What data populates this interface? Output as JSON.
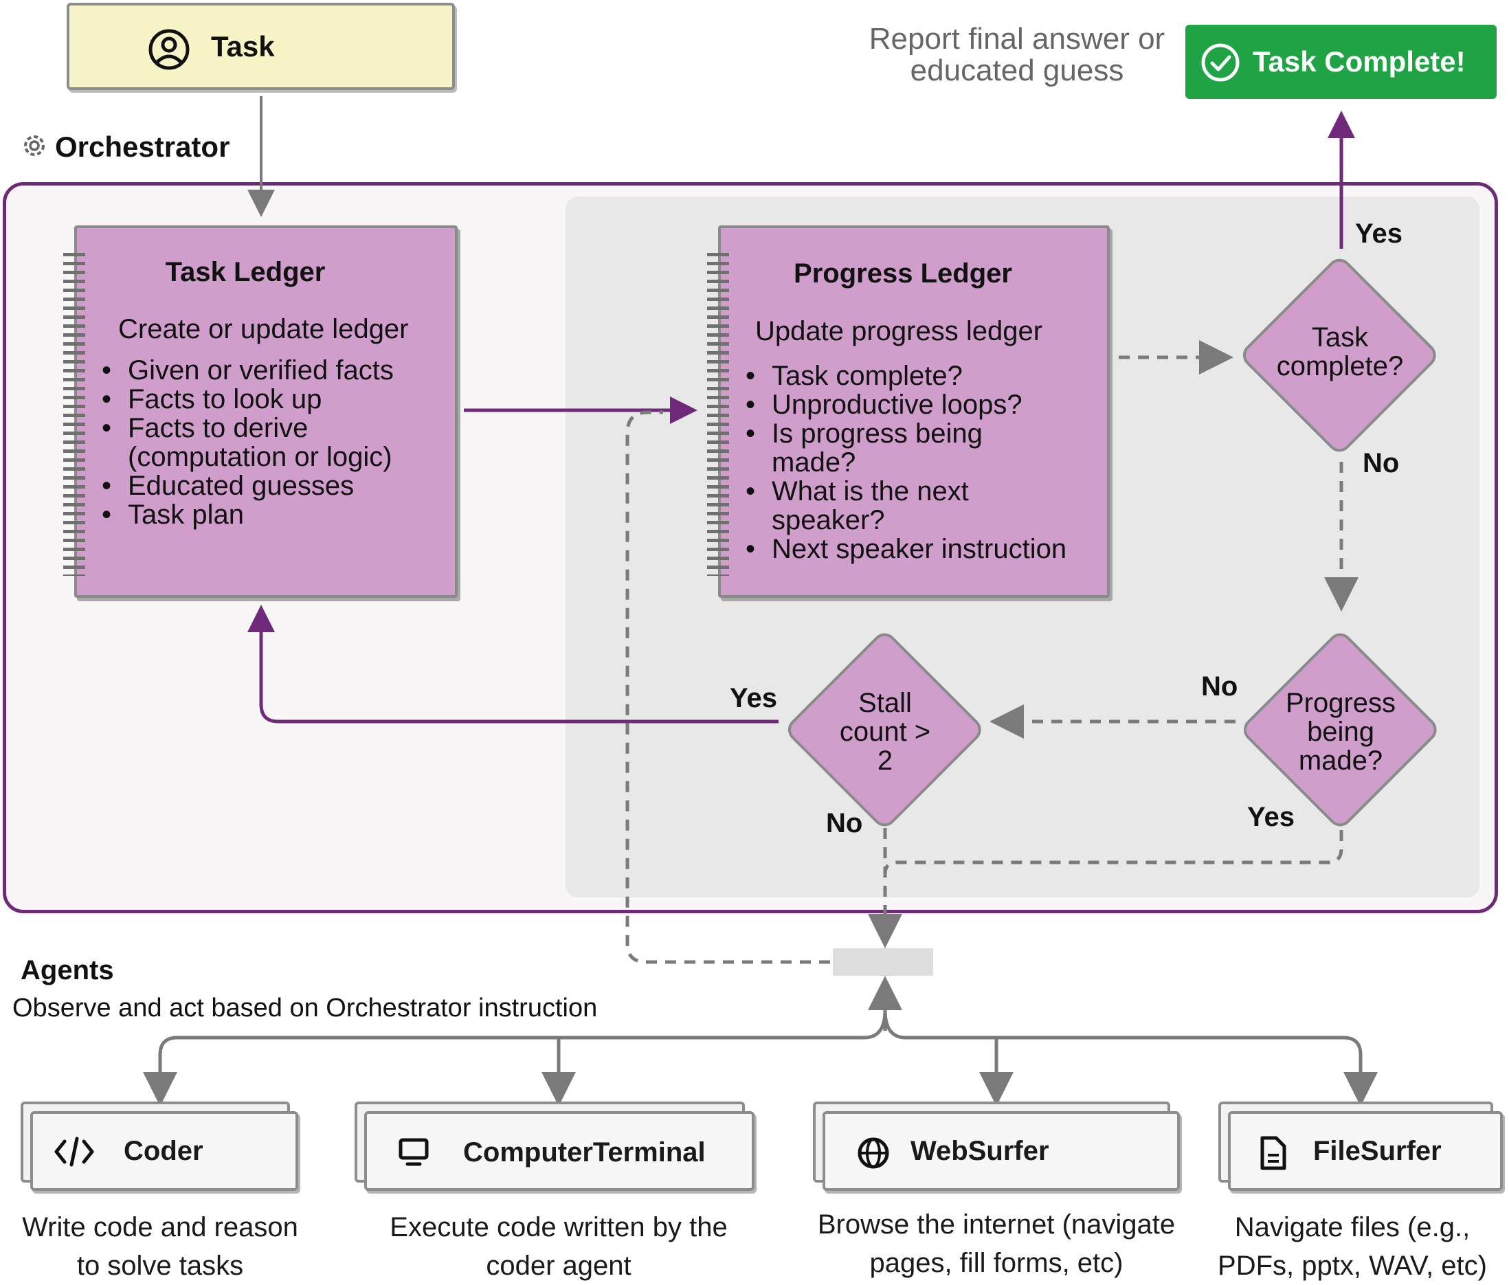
{
  "task": {
    "label": "Task"
  },
  "report": {
    "line1": "Report final answer or",
    "line2": "educated guess"
  },
  "task_complete": {
    "label": "Task Complete!"
  },
  "orchestrator": {
    "label": "Orchestrator"
  },
  "task_ledger": {
    "title": "Task Ledger",
    "subtitle": "Create or update ledger",
    "items": [
      "Given or verified facts",
      "Facts to look up",
      "Facts to derive",
      "(computation or logic)",
      "Educated guesses",
      "Task plan"
    ]
  },
  "progress_ledger": {
    "title": "Progress Ledger",
    "subtitle": "Update progress ledger",
    "items": [
      "Task complete?",
      "Unproductive loops?",
      "Is progress being",
      "made?",
      "What is the next",
      "speaker?",
      "Next speaker instruction"
    ]
  },
  "decisions": {
    "task_complete": {
      "lines": [
        "Task",
        "complete?"
      ],
      "yes": "Yes",
      "no": "No"
    },
    "progress": {
      "lines": [
        "Progress",
        "being",
        "made?"
      ],
      "yes": "Yes",
      "no": "No"
    },
    "stall": {
      "lines": [
        "Stall",
        "count >",
        "2"
      ],
      "yes": "Yes",
      "no": "No"
    }
  },
  "agents": {
    "title": "Agents",
    "subtitle": "Observe and act based on Orchestrator instruction",
    "items": [
      {
        "name": "Coder",
        "icon": "code-icon",
        "desc1": "Write code and reason",
        "desc2": "to solve tasks"
      },
      {
        "name": "ComputerTerminal",
        "icon": "monitor-icon",
        "desc1": "Execute code written by the",
        "desc2": "coder agent"
      },
      {
        "name": "WebSurfer",
        "icon": "globe-icon",
        "desc1": "Browse the internet (navigate",
        "desc2": "pages, fill forms, etc)"
      },
      {
        "name": "FileSurfer",
        "icon": "file-icon",
        "desc1": "Navigate files (e.g.,",
        "desc2": "PDFs, pptx, WAV, etc)"
      }
    ]
  },
  "colors": {
    "purple": "#6e2a78",
    "ledger_fill": "#d09ecb",
    "task_fill": "#f7f5c7",
    "complete_green": "#1fa345",
    "connector_gray": "#7a7a7a"
  }
}
